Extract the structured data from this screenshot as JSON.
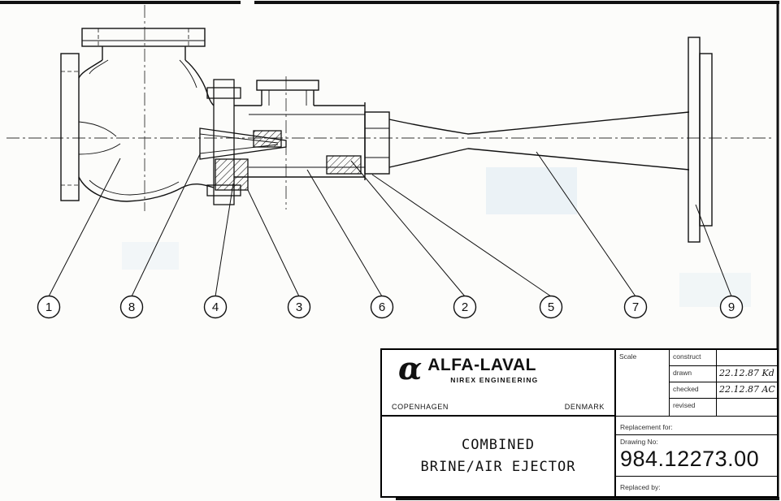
{
  "drawing": {
    "callouts": [
      "1",
      "8",
      "4",
      "3",
      "6",
      "2",
      "5",
      "7",
      "9"
    ]
  },
  "title_block": {
    "logo": {
      "symbol": "α",
      "company": "ALFA-LAVAL",
      "division": "NIREX ENGINEERING",
      "city": "COPENHAGEN",
      "country": "DENMARK"
    },
    "scale_label": "Scale",
    "fields": [
      {
        "label": "construct",
        "value": ""
      },
      {
        "label": "drawn",
        "value": "22.12.87 Kd"
      },
      {
        "label": "checked",
        "value": "22.12.87 AC"
      },
      {
        "label": "revised",
        "value": ""
      }
    ],
    "replacement_for_label": "Replacement for:",
    "drawing_no_label": "Drawing No:",
    "drawing_no": "984.12273.00",
    "replaced_by_label": "Replaced by:",
    "title_lines": [
      "COMBINED",
      "BRINE/AIR EJECTOR"
    ]
  },
  "colors": {
    "ink": "#111111",
    "paper": "#fcfcfa",
    "scan_tint": "#cfe3f0"
  }
}
